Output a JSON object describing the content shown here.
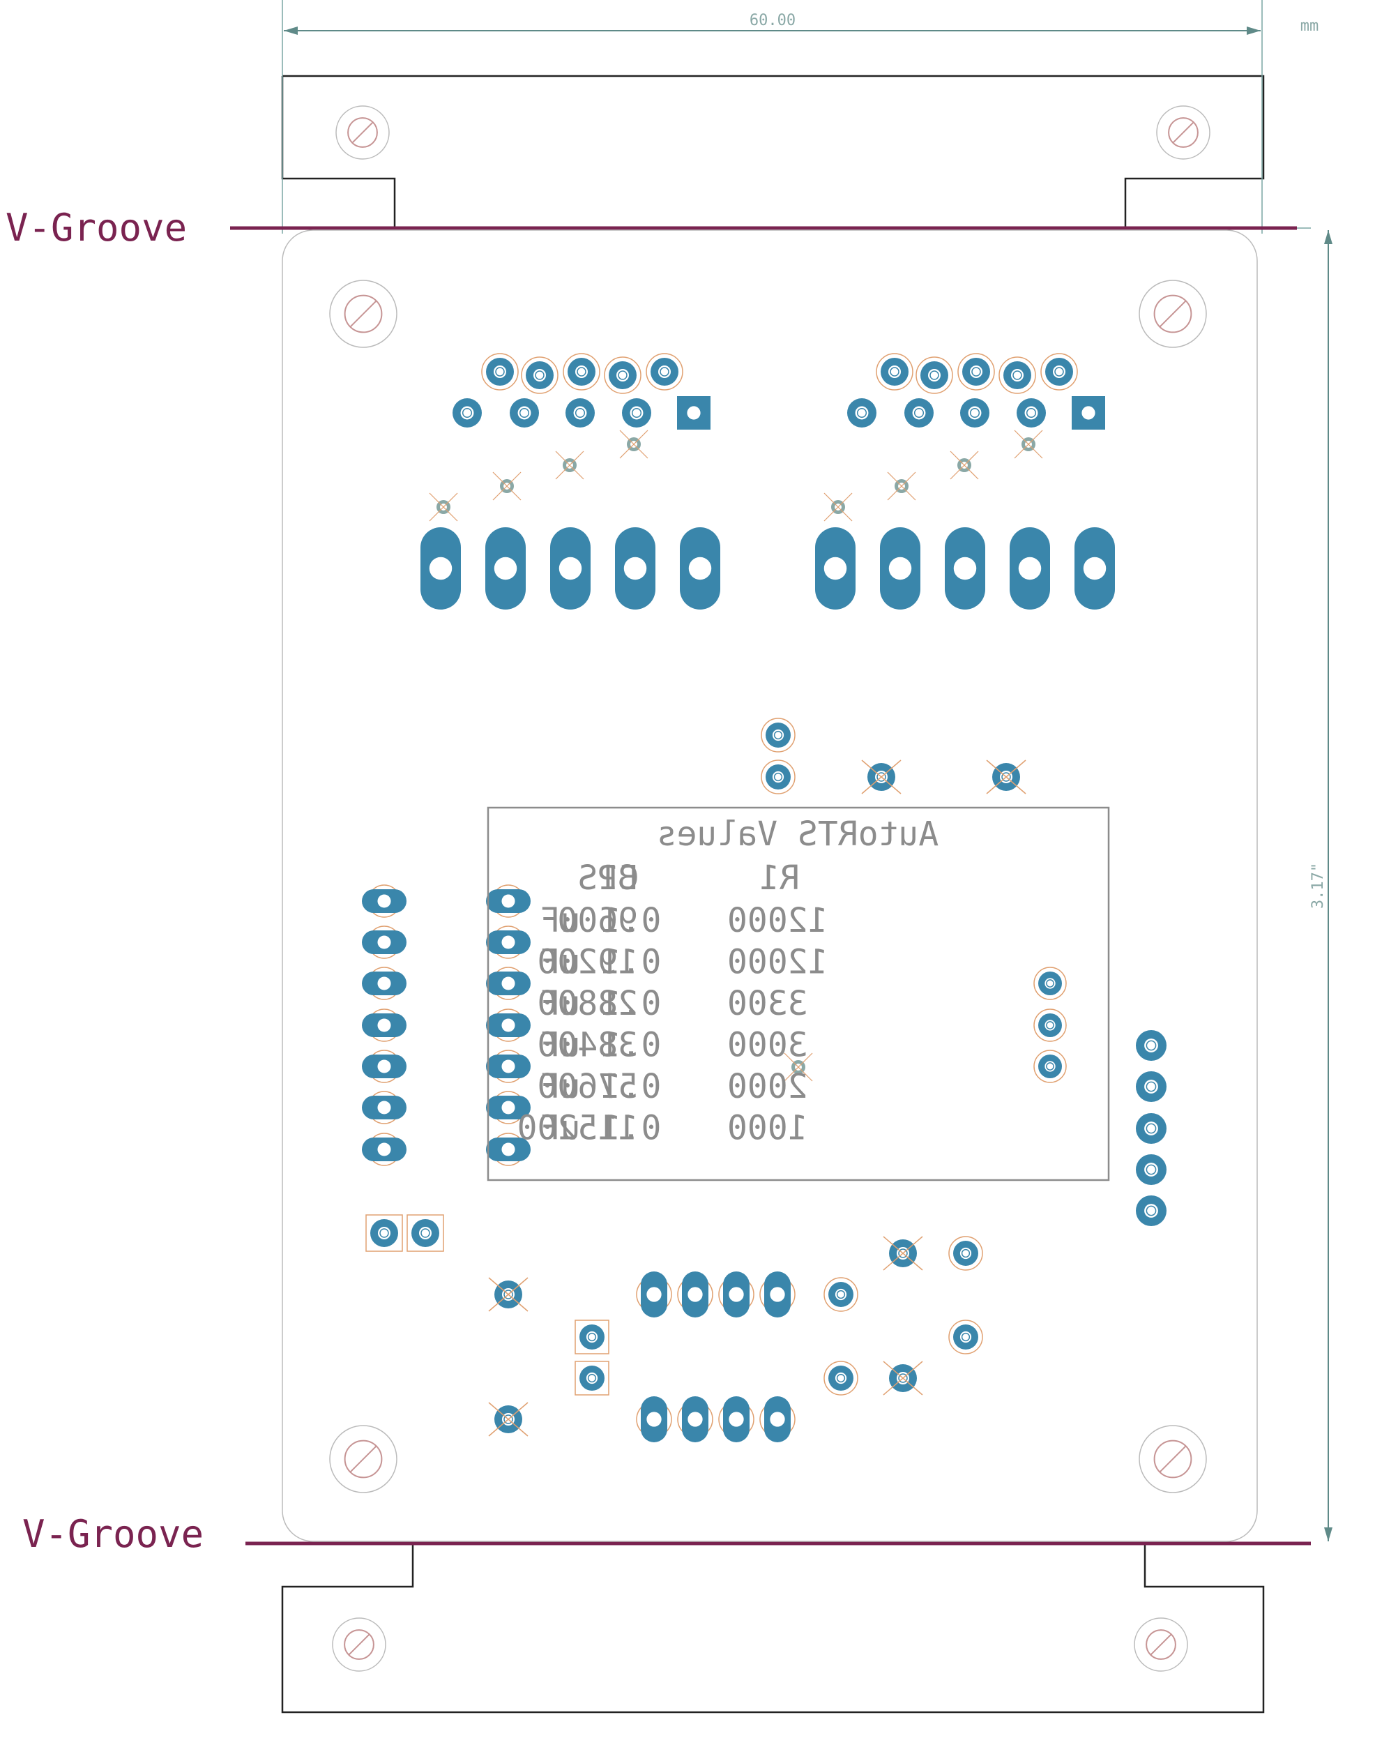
{
  "dimensions": {
    "width_label": "60.00",
    "unit_label": "mm",
    "height_label": "3.17\""
  },
  "groove": {
    "top_label": "V-Groove",
    "bottom_label": "V-Groove"
  },
  "silkscreen_table": {
    "title": "AutoRTS Values",
    "headers": [
      "BPS",
      "R1",
      "C1"
    ],
    "rows": [
      [
        "9600",
        "12000",
        "0.1 uF"
      ],
      [
        "19200",
        "12000",
        "0.1 uF"
      ],
      [
        "28800",
        "3300",
        "0.1 uF"
      ],
      [
        "38400",
        "3000",
        "0.1 uF"
      ],
      [
        "57600",
        "2000",
        "0.1 uF"
      ],
      [
        "115200",
        "1000",
        "0.1 uF"
      ]
    ]
  },
  "colors": {
    "pad": "#3a86ab",
    "groove": "#7a2350",
    "dimension": "#5f8a88",
    "outline": "#222222",
    "silk": "#8c8c8c",
    "keepout": "#e0a070",
    "mount": "#c69494"
  }
}
